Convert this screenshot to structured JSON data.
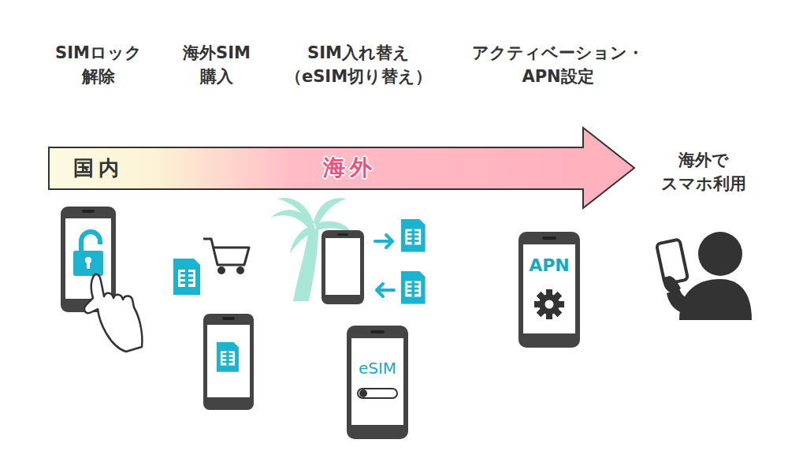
{
  "diagram": {
    "nodes": [
      {
        "text": [
          "国内",
          "海外"
        ]
      },
      {
        "text": [
          "eSIM"
        ]
      },
      {
        "text": [
          "APN"
        ]
      }
    ],
    "labels": [
      "SIMロック 解除",
      "海外SIM 購入",
      "SIM入れ替え （eSIM切り替え）",
      "アクティベーション・ APN設定",
      "海外で スマホ利用"
    ]
  }
}
